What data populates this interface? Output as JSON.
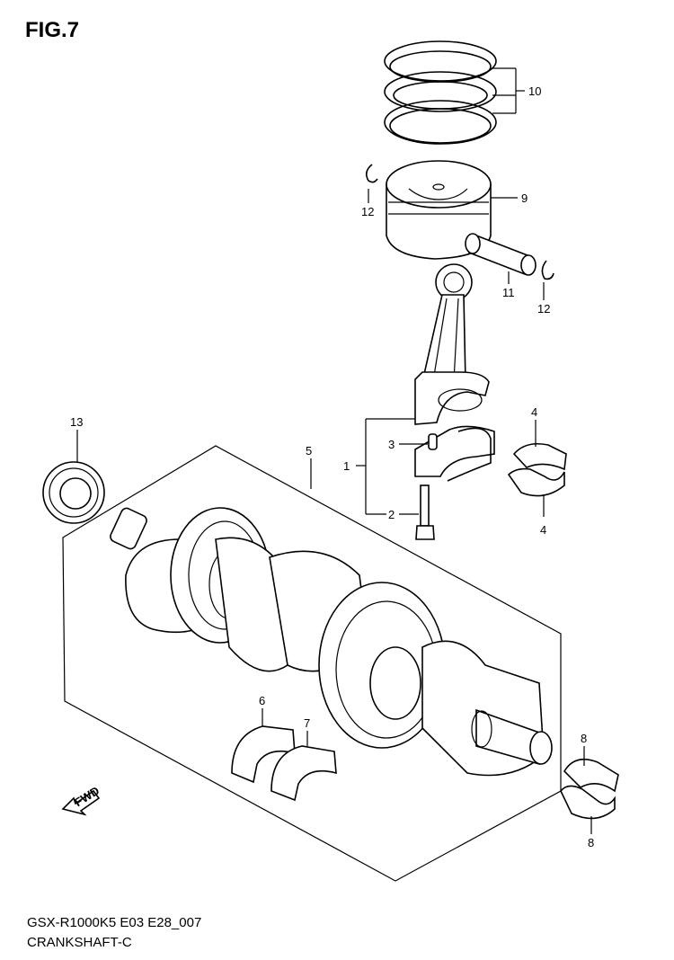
{
  "figure": {
    "title": "FIG.7",
    "model_code": "GSX-R1000K5 E03 E28_007",
    "section_name": "CRANKSHAFT-C",
    "fwd_marker": "FWD"
  },
  "callouts": [
    "1",
    "2",
    "3",
    "4",
    "4",
    "5",
    "6",
    "7",
    "8",
    "8",
    "9",
    "10",
    "11",
    "12",
    "12",
    "13"
  ]
}
